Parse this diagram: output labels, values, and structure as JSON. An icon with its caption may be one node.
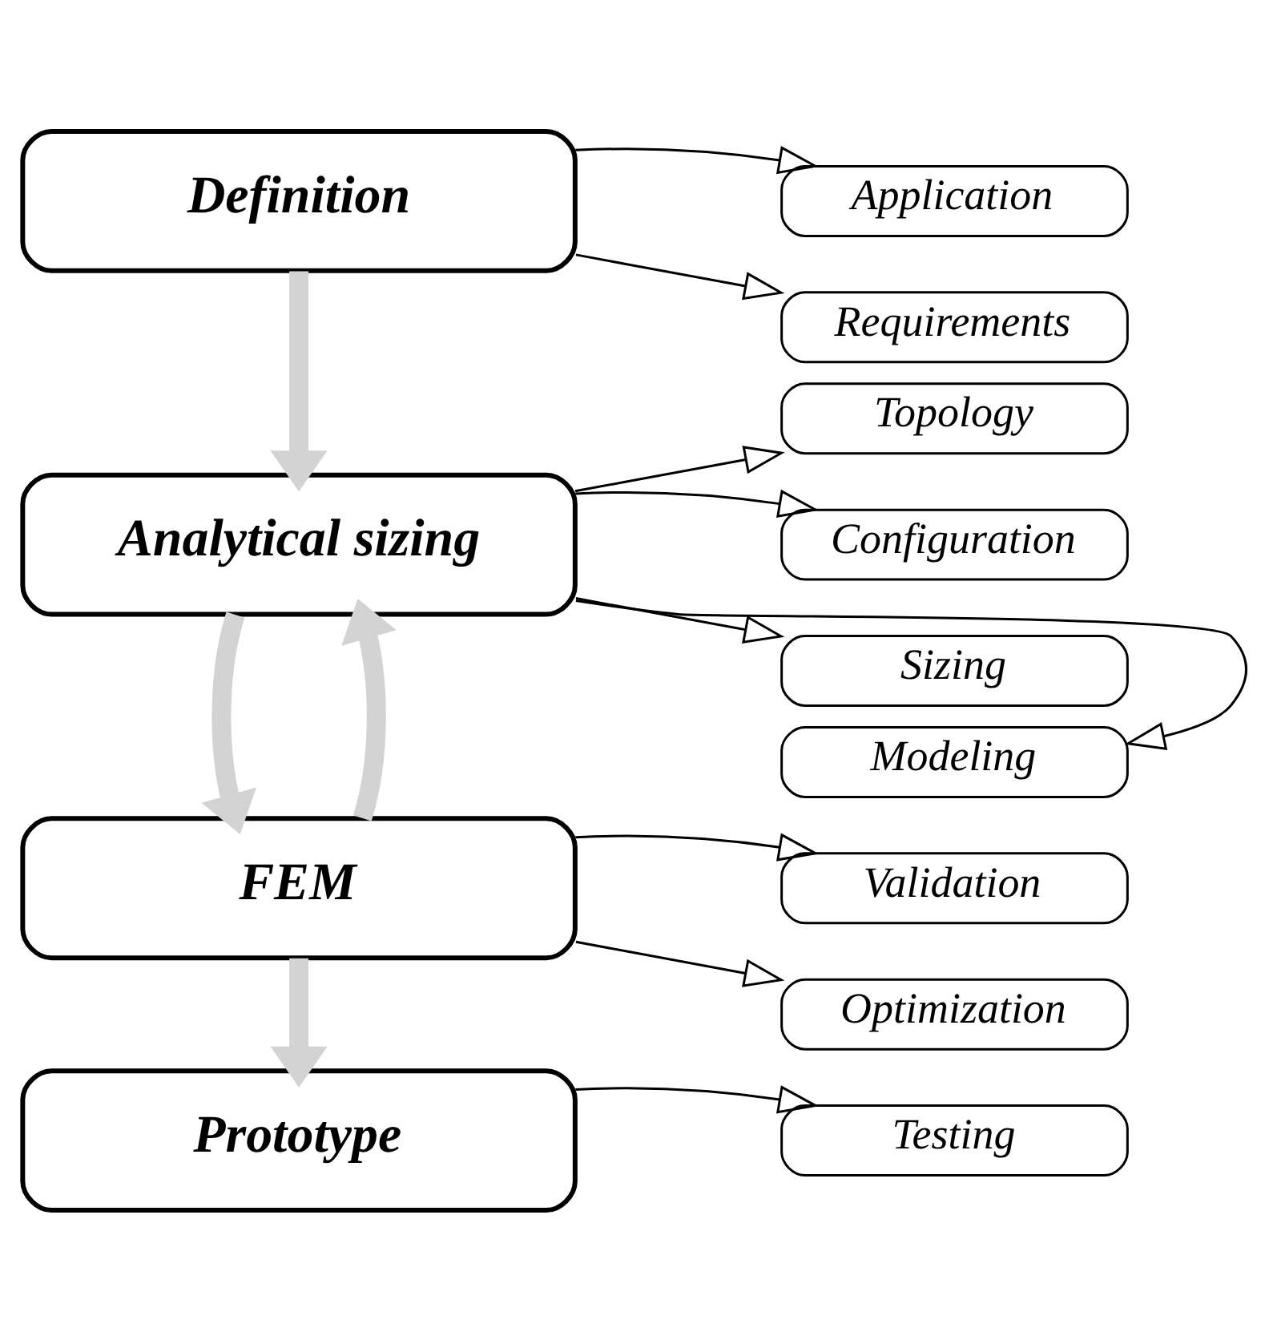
{
  "diagram": {
    "nodes": [
      {
        "text": [
          "Definition"
        ]
      },
      {
        "text": [
          "Application"
        ]
      },
      {
        "text": [
          "Requirements"
        ]
      },
      {
        "text": [
          "Analytical sizing"
        ]
      },
      {
        "text": [
          "Topology"
        ]
      },
      {
        "text": [
          "Configuration"
        ]
      },
      {
        "text": [
          "Sizing"
        ]
      },
      {
        "text": [
          "Modeling"
        ]
      },
      {
        "text": [
          "FEM"
        ]
      },
      {
        "text": [
          "Validation"
        ]
      },
      {
        "text": [
          "Optimization"
        ]
      },
      {
        "text": [
          "Prototype"
        ]
      },
      {
        "text": [
          "Testing"
        ]
      }
    ],
    "edges": [
      {
        "from": 0,
        "to": 1,
        "arrow": "to"
      },
      {
        "from": 0,
        "to": 2,
        "arrow": "to"
      },
      {
        "from": 0,
        "to": 3,
        "arrow": "to",
        "style": "thick",
        "color": "#d3d3d3"
      },
      {
        "from": 3,
        "to": 4,
        "arrow": "to"
      },
      {
        "from": 3,
        "to": 5,
        "arrow": "to"
      },
      {
        "from": 3,
        "to": 6,
        "arrow": "to"
      },
      {
        "from": 3,
        "to": 7,
        "arrow": "to"
      },
      {
        "from": 3,
        "to": 8,
        "arrow": "to",
        "style": "thick",
        "color": "#d3d3d3"
      },
      {
        "from": 8,
        "to": 3,
        "arrow": "to",
        "style": "thick",
        "color": "#d3d3d3"
      },
      {
        "from": 8,
        "to": 9,
        "arrow": "to"
      },
      {
        "from": 8,
        "to": 10,
        "arrow": "to"
      },
      {
        "from": 8,
        "to": 11,
        "arrow": "to",
        "style": "thick",
        "color": "#d3d3d3"
      },
      {
        "from": 11,
        "to": 12,
        "arrow": "to"
      }
    ]
  }
}
